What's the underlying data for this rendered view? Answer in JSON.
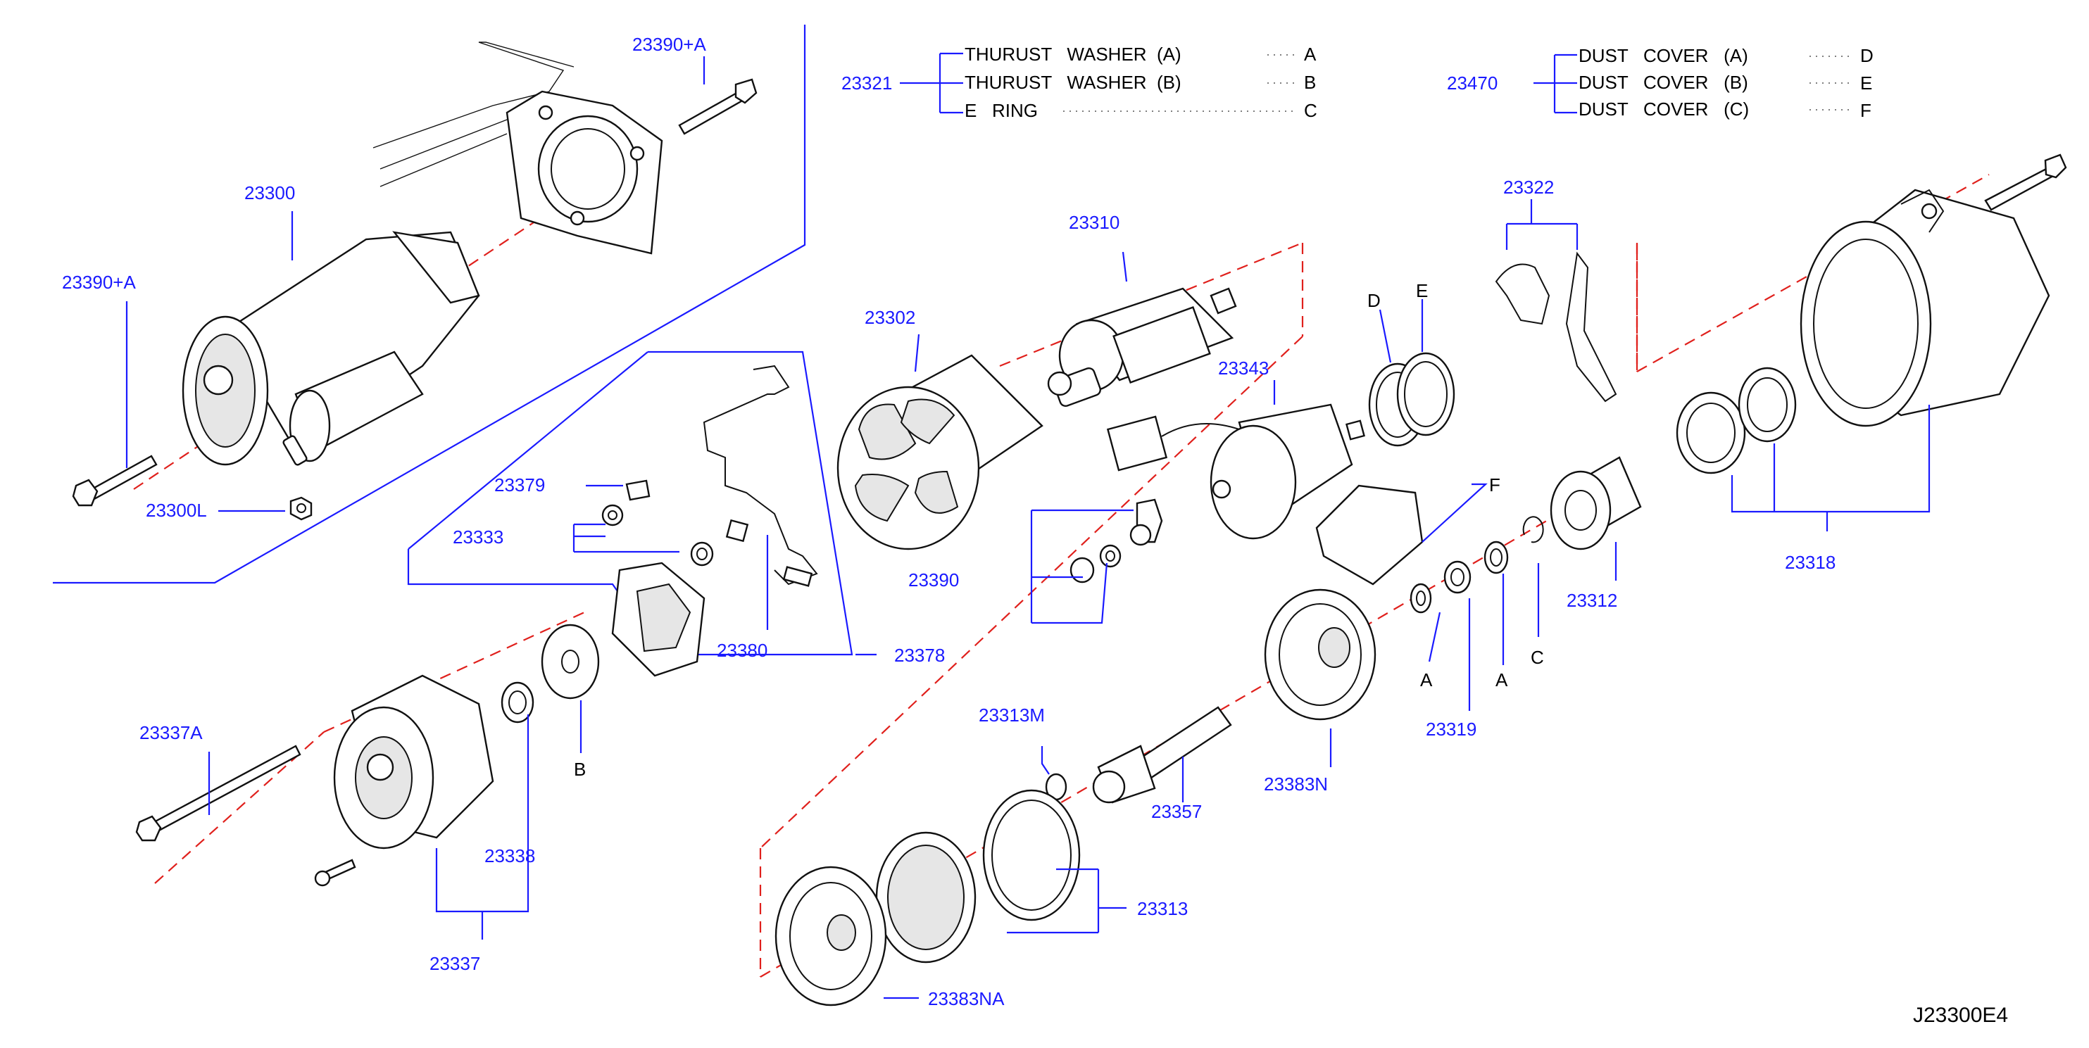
{
  "diagram_code": "J23300E4",
  "legend_groups": [
    {
      "part_no": "23321",
      "items": [
        {
          "name": "THURUST   WASHER  (A)",
          "key": "A"
        },
        {
          "name": "THURUST   WASHER  (B)",
          "key": "B"
        },
        {
          "name": "E   RING",
          "key": "C"
        }
      ]
    },
    {
      "part_no": "23470",
      "items": [
        {
          "name": "DUST   COVER   (A)",
          "key": "D"
        },
        {
          "name": "DUST   COVER   (B)",
          "key": "E"
        },
        {
          "name": "DUST   COVER   (C)",
          "key": "F"
        }
      ]
    }
  ],
  "part_labels": {
    "p23390A_top": "23390+A",
    "p23300": "23300",
    "p23390A_left": "23390+A",
    "p23300L": "23300L",
    "p23379": "23379",
    "p23333": "23333",
    "p23380": "23380",
    "p23378": "23378",
    "p23302": "23302",
    "p23310": "23310",
    "p23343": "23343",
    "p23390": "23390",
    "p23322": "23322",
    "p23312": "23312",
    "p23318": "23318",
    "p23319": "23319",
    "p23337A": "23337A",
    "p23338": "23338",
    "p23337": "23337",
    "p23313M": "23313M",
    "p23357": "23357",
    "p23383N": "23383N",
    "p23313": "23313",
    "p23383NA": "23383NA"
  },
  "letter_labels": {
    "D": "D",
    "E": "E",
    "F": "F",
    "A1": "A",
    "A2": "A",
    "C": "C",
    "B": "B"
  },
  "colors": {
    "part_number": "#1a1aff",
    "leader_line": "#1a1aff",
    "axis_dash": "#e0201c",
    "drawing": "#111111"
  }
}
